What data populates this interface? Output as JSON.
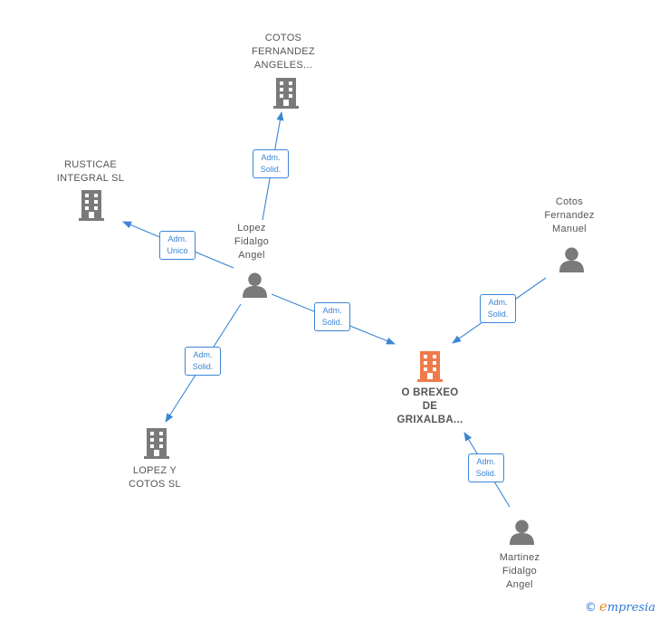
{
  "colors": {
    "edge": "#3a86d6",
    "company": "#7a7a7a",
    "highlight": "#f07a4a",
    "person": "#7a7a7a"
  },
  "nodes": {
    "cotos_angeles": "COTOS\nFERNANDEZ\nANGELES...",
    "rusticae": "RUSTICAE\nINTEGRAL SL",
    "lopez_angel": "Lopez\nFidalgo\nAngel",
    "cotos_manuel": "Cotos\nFernandez\nManuel",
    "o_brexeo": "O BREXEO\nDE\nGRIXALBA...",
    "lopez_cotos": "LOPEZ Y\nCOTOS  SL",
    "martinez": "Martinez\nFidalgo\nAngel"
  },
  "edges": {
    "e1": "Adm.\nSolid.",
    "e2": "Adm.\nUnico",
    "e3": "Adm.\nSolid.",
    "e4": "Adm.\nSolid.",
    "e5": "Adm.\nSolid.",
    "e6": "Adm.\nSolid."
  },
  "footer": {
    "copyright": "©",
    "brand_initial": "e",
    "brand_rest": "mpresia"
  }
}
